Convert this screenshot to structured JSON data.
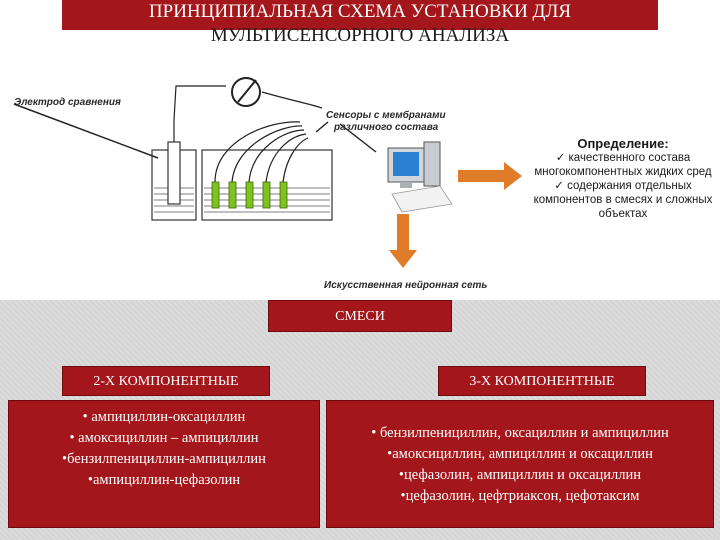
{
  "title": {
    "line1": "ПРИНЦИПИАЛЬНАЯ СХЕМА УСТАНОВКИ ДЛЯ",
    "line2": "МУЛЬТИСЕНСОРНОГО АНАЛИЗА"
  },
  "diagram": {
    "reference_electrode": "Электрод сравнения",
    "sensors_line1": "Сенсоры с мембранами",
    "sensors_line2": "различного состава",
    "neural_net": "Искусственная нейронная сеть",
    "definition": {
      "heading": "Определение:",
      "items": [
        "✓ качественного состава многокомпонентных жидких сред",
        "✓ содержания отдельных компонентов в смесях и сложных объектах"
      ]
    }
  },
  "mixtures": {
    "label": "СМЕСИ",
    "two_component": {
      "label": "2-Х КОМПОНЕНТНЫЕ",
      "items": [
        "• ампициллин-оксациллин",
        "• амоксициллин – ампициллин",
        "•бензилпенициллин-ампициллин",
        "•ампициллин-цефазолин"
      ]
    },
    "three_component": {
      "label": "3-Х КОМПОНЕНТНЫЕ",
      "items": [
        "• бензилпенициллин, оксациллин и ампициллин",
        "•амоксициллин, ампициллин и оксациллин",
        "•цефазолин, ампициллин и оксациллин",
        "•цефазолин, цефтриаксон, цефотаксим"
      ]
    }
  },
  "colors": {
    "accent_red": "#a3161b",
    "sensor_green": "#7ec21d",
    "arrow_orange": "#e07b2a",
    "screen_blue": "#2a7fd0"
  }
}
